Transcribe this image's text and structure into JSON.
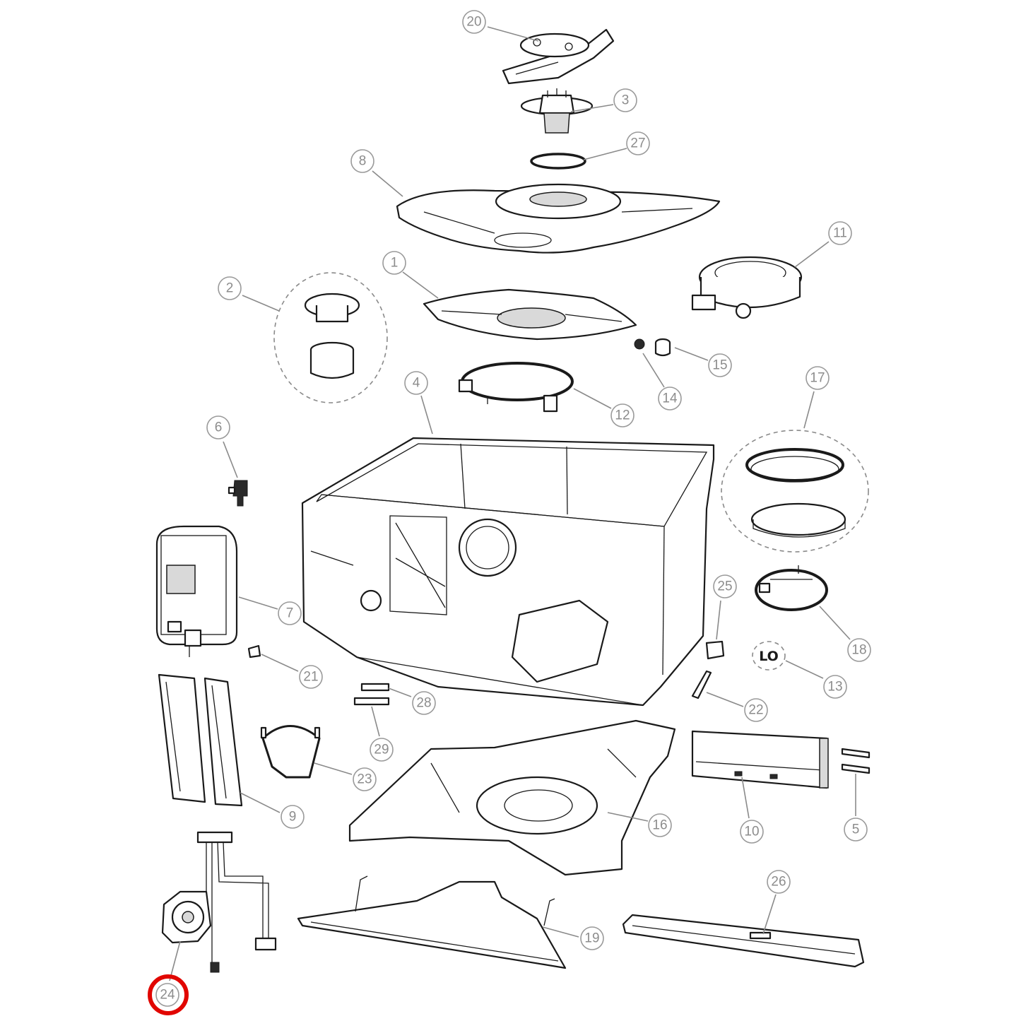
{
  "diagram": {
    "callouts": [
      {
        "label": "20"
      },
      {
        "label": "3"
      },
      {
        "label": "27"
      },
      {
        "label": "8"
      },
      {
        "label": "11"
      },
      {
        "label": "1"
      },
      {
        "label": "2"
      },
      {
        "label": "15"
      },
      {
        "label": "14"
      },
      {
        "label": "12"
      },
      {
        "label": "4"
      },
      {
        "label": "17"
      },
      {
        "label": "6"
      },
      {
        "label": "7"
      },
      {
        "label": "25"
      },
      {
        "label": "18"
      },
      {
        "label": "13"
      },
      {
        "label": "21"
      },
      {
        "label": "28"
      },
      {
        "label": "22"
      },
      {
        "label": "29"
      },
      {
        "label": "23"
      },
      {
        "label": "9"
      },
      {
        "label": "16"
      },
      {
        "label": "10"
      },
      {
        "label": "5"
      },
      {
        "label": "26"
      },
      {
        "label": "19"
      },
      {
        "label": "24"
      }
    ],
    "highlighted_callout": "24",
    "highlight_color": "#e10600",
    "part_marking_text": "LO"
  }
}
